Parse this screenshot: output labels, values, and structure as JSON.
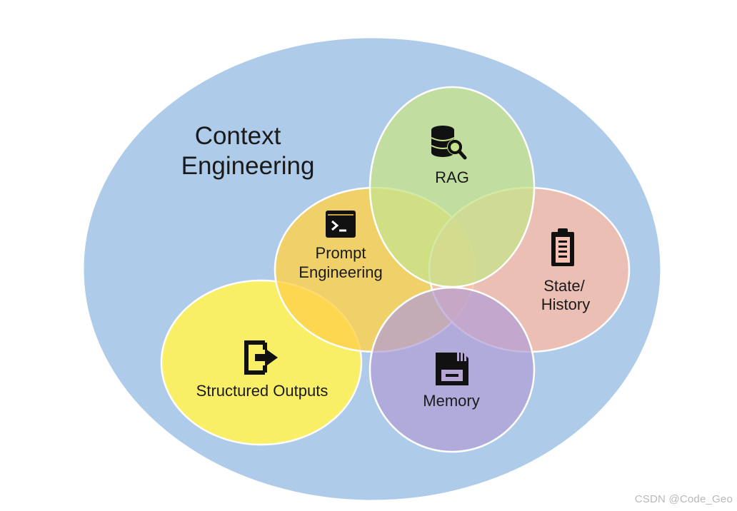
{
  "diagram": {
    "title_line1": "Context",
    "title_line2": "Engineering",
    "nodes": {
      "rag": {
        "label": "RAG",
        "icon": "database-search-icon",
        "color": "#c4de8c"
      },
      "prompt": {
        "line1": "Prompt",
        "line2": "Engineering",
        "icon": "terminal-icon",
        "color": "#ffd25a"
      },
      "state": {
        "line1": "State/",
        "line2": "History",
        "icon": "clipboard-icon",
        "color": "#f6c1b3"
      },
      "memory": {
        "label": "Memory",
        "icon": "floppy-disk-icon",
        "color": "#b7a5d6"
      },
      "structured": {
        "label": "Structured Outputs",
        "icon": "exit-arrow-icon",
        "color": "#fff266"
      }
    },
    "outer_color": "#a9c9e9"
  },
  "watermark": "CSDN @Code_Geo"
}
